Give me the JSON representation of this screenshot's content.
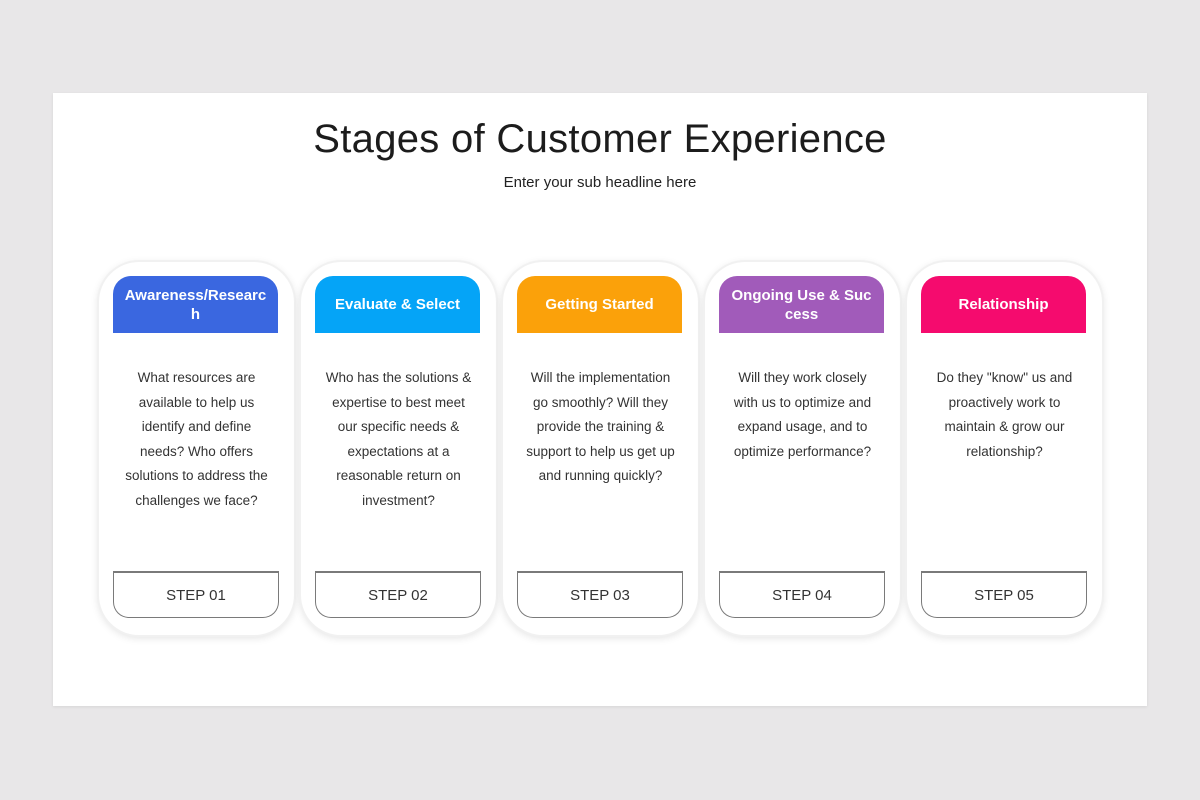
{
  "title": "Stages of Customer Experience",
  "subtitle": "Enter your sub headline here",
  "cards": [
    {
      "header": "Awareness/Research",
      "color": "#3a67e0",
      "body": "What resources are available to help us identify and define needs? Who offers solutions to address the challenges we face?",
      "step": "STEP 01"
    },
    {
      "header": "Evaluate & Select",
      "color": "#05a4f7",
      "body": "Who has the solutions & expertise to best meet our specific needs & expectations at a reasonable return on investment?",
      "step": "STEP 02"
    },
    {
      "header": "Getting Started",
      "color": "#fba10a",
      "body": "Will the implementation go smoothly? Will they provide the training & support to help us get up and running quickly?",
      "step": "STEP 03"
    },
    {
      "header": "Ongoing Use & Success",
      "color": "#a15bba",
      "body": "Will they work closely with us to optimize and expand usage, and to optimize performance?",
      "step": "STEP 04"
    },
    {
      "header": "Relationship",
      "color": "#f50b6e",
      "body": "Do they \"know\" us and proactively work to maintain & grow our relationship?",
      "step": "STEP 05"
    }
  ]
}
